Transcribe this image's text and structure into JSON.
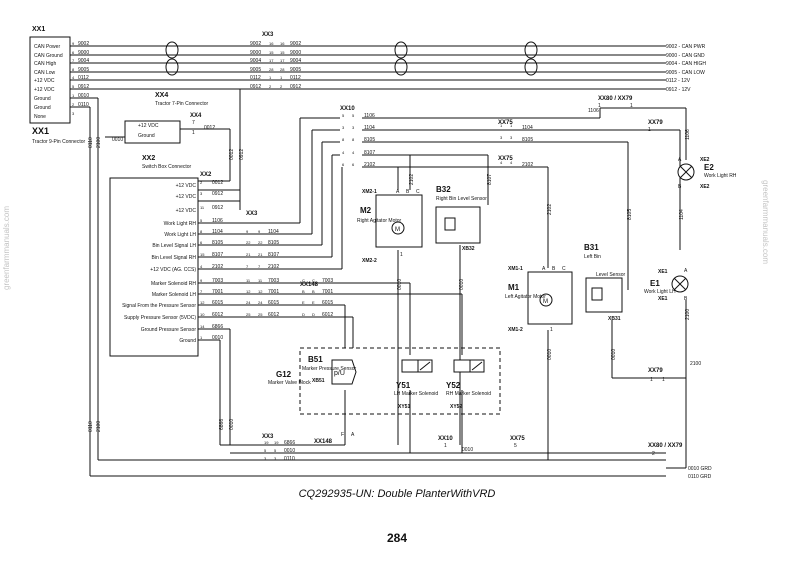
{
  "caption": "CQ292935-UN: Double PlanterWithVRD",
  "page_number": "284",
  "watermark": "greenfarmmanuals.com",
  "xx1": {
    "id": "XX1",
    "name": "Tractor 9-Pin Connector",
    "pins": [
      {
        "num": "9",
        "label": "CAN Power",
        "wire": "9002"
      },
      {
        "num": "6",
        "label": "CAN Ground",
        "wire": "9000"
      },
      {
        "num": "7",
        "label": "CAN High",
        "wire": "9004"
      },
      {
        "num": "8",
        "label": "CAN Low",
        "wire": "9005"
      },
      {
        "num": "4",
        "label": "+12 VDC",
        "wire": "0112"
      },
      {
        "num": "5",
        "label": "+12 VDC",
        "wire": "0912"
      },
      {
        "num": "1",
        "label": "Ground",
        "wire": "0010"
      },
      {
        "num": "2",
        "label": "Ground",
        "wire": "0110"
      },
      {
        "num": "3",
        "label": "None",
        "wire": ""
      }
    ]
  },
  "xx3_top": {
    "id": "XX3",
    "rows": [
      {
        "l": "16",
        "r": "16"
      },
      {
        "l": "15",
        "r": "15"
      },
      {
        "l": "17",
        "r": "17"
      },
      {
        "l": "28",
        "r": "28"
      },
      {
        "l": "1",
        "r": "1"
      },
      {
        "l": "2",
        "r": "2"
      }
    ]
  },
  "right_top": [
    {
      "wire": "9002",
      "label": "CAN PWR"
    },
    {
      "wire": "9000",
      "label": "CAN GND"
    },
    {
      "wire": "9004",
      "label": "CAN HIGH"
    },
    {
      "wire": "9005",
      "label": "CAN LOW"
    },
    {
      "wire": "0112",
      "label": "12V"
    },
    {
      "wire": "0912",
      "label": "12V"
    }
  ],
  "xx4": {
    "id": "XX4",
    "name": "Tractor 7-Pin Connector",
    "pins": [
      {
        "num": "7",
        "label": "+12 VDC",
        "wire": "0012"
      },
      {
        "num": "1",
        "label": "Ground",
        "wire": "0010"
      }
    ]
  },
  "xx2": {
    "id": "XX2",
    "name": "Switch Box Connector",
    "pins": [
      {
        "num": "2",
        "label": "+12 VDC",
        "wire": "0012",
        "xx3": "",
        "xx3w": ""
      },
      {
        "num": "3",
        "label": "+12 VDC",
        "wire": "0912",
        "xx3": "",
        "xx3w": ""
      },
      {
        "num": "11",
        "label": "+12 VDC",
        "wire": "0912",
        "xx3": "",
        "xx3w": ""
      },
      {
        "num": "5",
        "label": "Work Light RH",
        "wire": "1106",
        "xx3": "",
        "xx3w": ""
      },
      {
        "num": "8",
        "label": "Work Light LH",
        "wire": "1104",
        "xx3": "9",
        "xx3w": "1104"
      },
      {
        "num": "6",
        "label": "Bin Level Signal LH",
        "wire": "8105",
        "xx3": "22",
        "xx3w": "8105"
      },
      {
        "num": "15",
        "label": "Bin Level Signal RH",
        "wire": "8107",
        "xx3": "21",
        "xx3w": "8107"
      },
      {
        "num": "4",
        "label": "+12 VDC (AG. CCS)",
        "wire": "2102",
        "xx3": "7",
        "xx3w": "2102"
      },
      {
        "num": "9",
        "label": "Marker Solenoid RH",
        "wire": "7003",
        "xx3": "11",
        "xx3w": "7003"
      },
      {
        "num": "7",
        "label": "Marker Solenoid LH",
        "wire": "7001",
        "xx3": "12",
        "xx3w": "7001"
      },
      {
        "num": "12",
        "label": "Signal From the Pressure Sensor",
        "wire": "6015",
        "xx3": "24",
        "xx3w": "6015"
      },
      {
        "num": "10",
        "label": "Supply Pressure Sensor (5VDC)",
        "wire": "6012",
        "xx3": "25",
        "xx3w": "6012"
      },
      {
        "num": "14",
        "label": "Ground Pressure Sensor",
        "wire": "6866",
        "xx3": "",
        "xx3w": ""
      },
      {
        "num": "1",
        "label": "Ground",
        "wire": "0010",
        "xx3": "",
        "xx3w": ""
      }
    ]
  },
  "xx3_label": "XX3",
  "xx10": {
    "id": "XX10",
    "rows": [
      {
        "pin": "5",
        "wire": "1106"
      },
      {
        "pin": "3",
        "wire": "1104"
      },
      {
        "pin": "8",
        "wire": "8105"
      },
      {
        "pin": "4",
        "wire": "8107"
      },
      {
        "pin": "6",
        "wire": "2102"
      }
    ]
  },
  "xx75": {
    "id": "XX75",
    "rows": [
      {
        "pin": "1",
        "wire": "1104"
      },
      {
        "pin": "3",
        "wire": "8105"
      },
      {
        "pin": "4",
        "wire": "2102"
      }
    ]
  },
  "xx80_top": {
    "id": "XX80 / XX79",
    "pin": "1",
    "wire": "1106"
  },
  "xx79_top": {
    "id": "XX79",
    "pin": "1",
    "wire": "1104"
  },
  "xx148": {
    "id": "XX148",
    "rows": [
      {
        "pin": "C",
        "wire": "7003"
      },
      {
        "pin": "B",
        "wire": "7001"
      },
      {
        "pin": "E",
        "wire": "6015"
      },
      {
        "pin": "D",
        "wire": "6012"
      }
    ]
  },
  "m2": {
    "id": "M2",
    "name": "Right Agitator Motor",
    "sub": "XM2-1",
    "sub2": "XM2-2",
    "pins": [
      "A",
      "B",
      "C"
    ],
    "pin_bottom": "1"
  },
  "b32": {
    "id": "B32",
    "name": "Right Bin Level Sensor",
    "conn": "XB32",
    "pins": [
      "A",
      "B",
      "C",
      "D"
    ]
  },
  "m1": {
    "id": "M1",
    "name": "Left Agitator Motor",
    "sub": "XM1-1",
    "sub2": "XM1-2",
    "pins": [
      "A",
      "B",
      "C"
    ],
    "pin_bottom": "1"
  },
  "b31": {
    "id": "B31",
    "name": "Left Bin",
    "sub": "Level Sensor",
    "conn": "XB31",
    "pins": [
      "A",
      "B",
      "C",
      "D"
    ]
  },
  "e2": {
    "id": "E2",
    "name": "Work Light RH",
    "conn": "XE2",
    "pins": [
      "A",
      "B"
    ]
  },
  "e1": {
    "id": "E1",
    "name": "Work Light LH",
    "conn": "XE1",
    "pins": [
      "A",
      "B"
    ]
  },
  "g12": {
    "id": "G12",
    "name": "Marker Valve Block"
  },
  "b51": {
    "id": "B51",
    "name": "Marker Pressure Sensor",
    "conn": "XB51",
    "symbol": "p/U",
    "pins": [
      "A",
      "B",
      "C"
    ]
  },
  "y51": {
    "id": "Y51",
    "name": "LH Marker Solenoid",
    "conn": "XY51",
    "pins": [
      "A",
      "B"
    ]
  },
  "y52": {
    "id": "Y52",
    "name": "RH Marker Solenoid",
    "conn": "XY52",
    "pins": [
      "A",
      "B"
    ]
  },
  "xx79_bot": {
    "id": "XX79",
    "pin": "1",
    "wire": "2100"
  },
  "bottom": {
    "xx3": {
      "id": "XX3",
      "rows": [
        {
          "l": "",
          "w": "6866",
          "r": "19"
        },
        {
          "l": "",
          "w": "0010",
          "r": "5"
        },
        {
          "l": "",
          "w": "0110",
          "r": "3"
        }
      ]
    },
    "xx148": {
      "id": "XX148",
      "pins": [
        "F",
        "A"
      ]
    },
    "xx10": {
      "id": "XX10",
      "pin": "1",
      "wire": "0010"
    },
    "xx75": {
      "id": "XX75",
      "pin": "5"
    },
    "xx80": {
      "id": "XX80 / XX79",
      "pin": "2"
    },
    "grd": [
      {
        "wire": "0010",
        "label": "GRD"
      },
      {
        "wire": "0110",
        "label": "GRD"
      }
    ]
  },
  "wire_labels": {
    "w2100": "2100",
    "w6866": "6866",
    "w0010": "0010",
    "w0110": "0110",
    "w0912": "0912",
    "w0012": "0012",
    "w2102": "2102",
    "w8105": "8105",
    "w8107": "8107",
    "w1104": "1104",
    "w1106": "1106",
    "w7003": "7003",
    "w7001": "7001",
    "w6015": "6015",
    "w6012": "6012"
  }
}
